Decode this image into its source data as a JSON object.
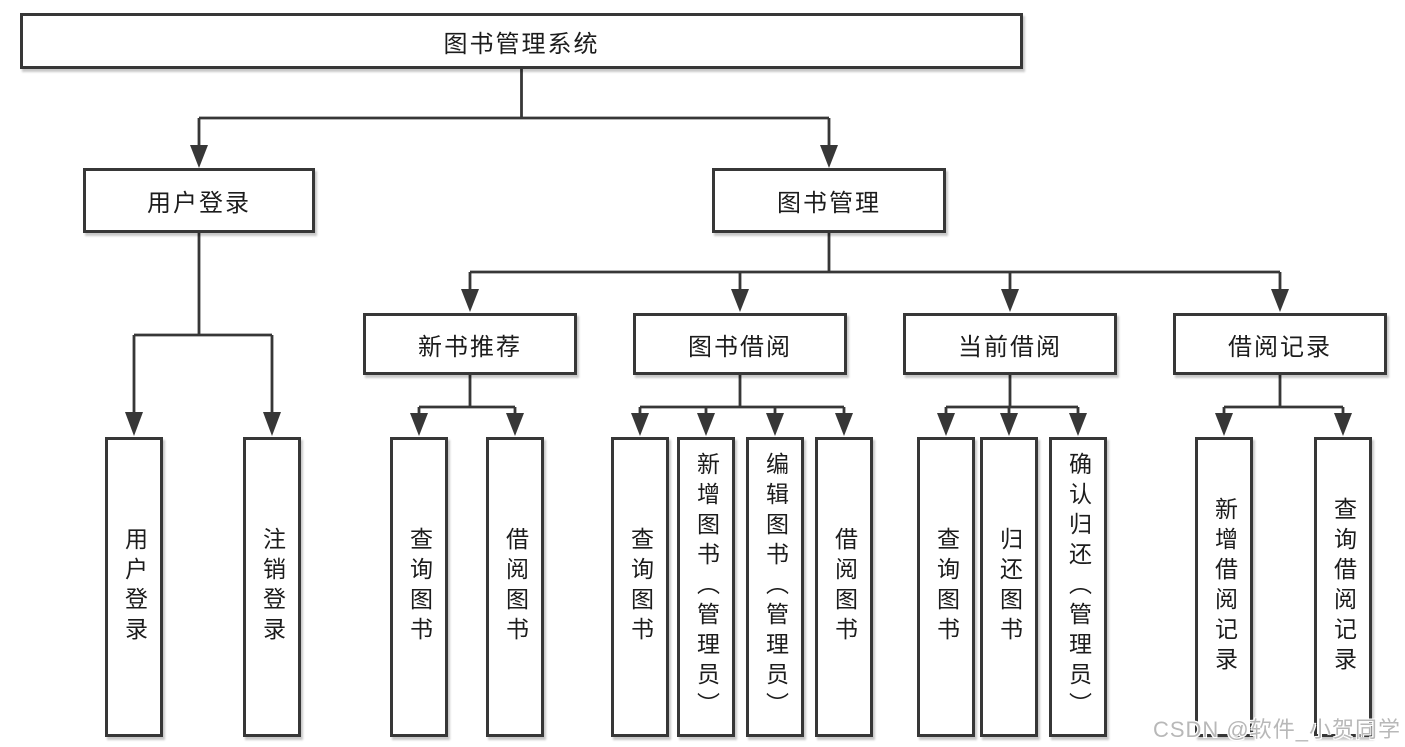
{
  "diagram": {
    "root": {
      "label": "图书管理系统"
    },
    "user_login": {
      "label": "用户登录",
      "leaves": {
        "login": {
          "label": "用户登录"
        },
        "logout": {
          "label": "注销登录"
        }
      }
    },
    "book_management": {
      "label": "图书管理",
      "sections": {
        "new_book_recommend": {
          "label": "新书推荐",
          "leaves": {
            "query_books": {
              "label": "查询图书"
            },
            "borrow_books": {
              "label": "借阅图书"
            }
          }
        },
        "book_borrow": {
          "label": "图书借阅",
          "leaves": {
            "query_books": {
              "label": "查询图书"
            },
            "add_books": {
              "label": "新增图书（管理员）"
            },
            "edit_books": {
              "label": "编辑图书（管理员）"
            },
            "borrow_books": {
              "label": "借阅图书"
            }
          }
        },
        "current_borrow": {
          "label": "当前借阅",
          "leaves": {
            "query_books": {
              "label": "查询图书"
            },
            "return_books": {
              "label": "归还图书"
            },
            "confirm_return": {
              "label": "确认归还（管理员）"
            }
          }
        },
        "borrow_records": {
          "label": "借阅记录",
          "leaves": {
            "add_record": {
              "label": "新增借阅记录"
            },
            "query_record": {
              "label": "查询借阅记录"
            }
          }
        }
      }
    },
    "watermark": "CSDN @软件_小贺同学",
    "colors": {
      "line": "#373737",
      "box_border": "#373737",
      "box_fill": "#ffffff",
      "text": "#1c1c1c",
      "watermark": "#b8b8b8"
    }
  }
}
